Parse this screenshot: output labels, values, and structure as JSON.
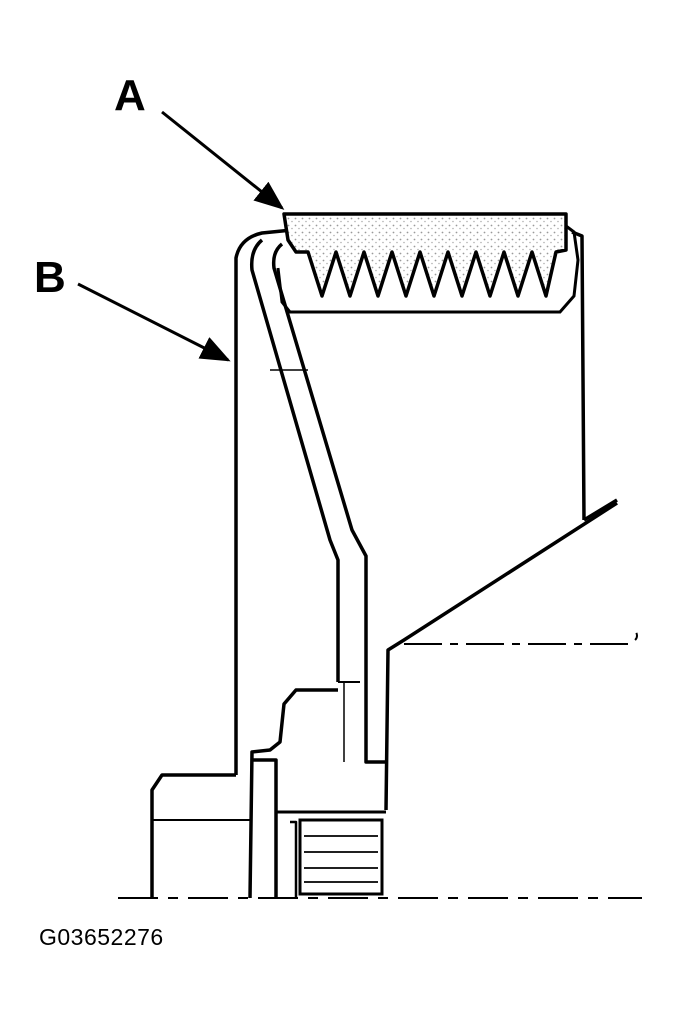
{
  "callouts": {
    "a": "A",
    "b": "B"
  },
  "figure_code": "G03652276",
  "colors": {
    "ink": "#000000",
    "paper": "#ffffff",
    "friction_stipple": "#9a9a9a"
  }
}
